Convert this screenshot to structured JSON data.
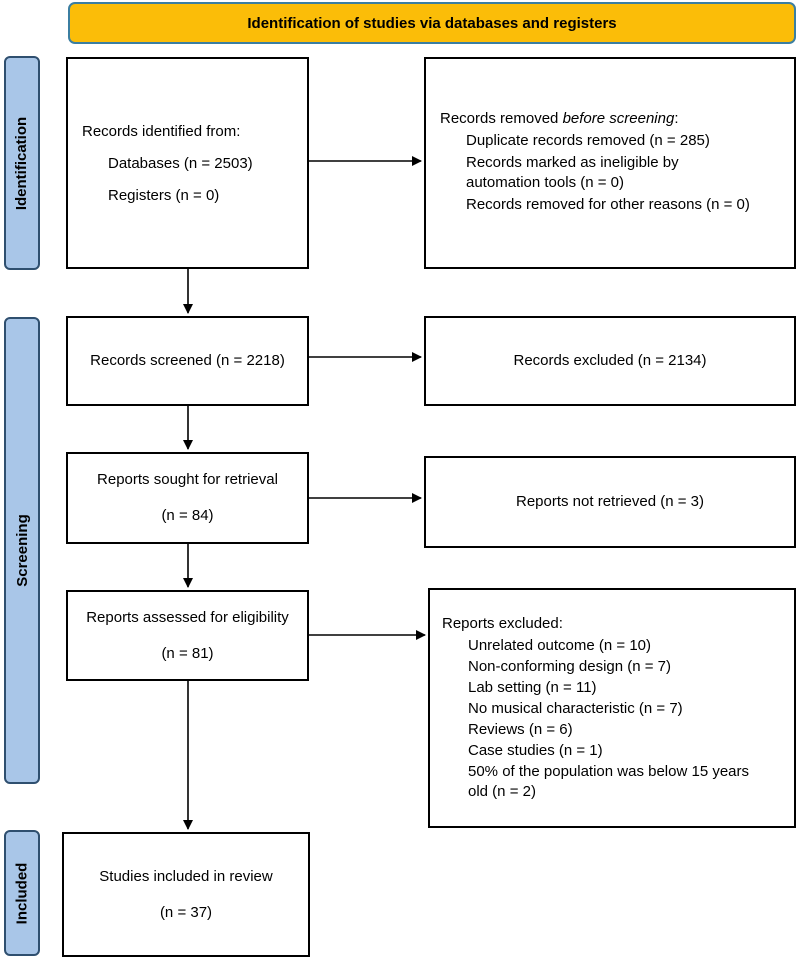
{
  "header": {
    "title": "Identification of studies via databases and registers"
  },
  "phases": {
    "identification": "Identification",
    "screening": "Screening",
    "included": "Included"
  },
  "identified": {
    "heading": "Records identified from:",
    "databases": "Databases (n = 2503)",
    "registers": "Registers (n = 0)"
  },
  "removed": {
    "heading_prefix": "Records removed ",
    "heading_italic": "before screening",
    "heading_suffix": ":",
    "items": [
      "Duplicate records removed  (n = 285)",
      "Records marked as ineligible by",
      "automation tools (n = 0)",
      "Records removed for other reasons (n = 0)"
    ]
  },
  "screened": {
    "label": "Records screened (n = 2218)"
  },
  "excluded": {
    "label": "Records excluded (n = 2134)"
  },
  "sought": {
    "label": "Reports sought for retrieval",
    "count": "(n = 84)"
  },
  "not_retrieved": {
    "label": "Reports not retrieved (n = 3)"
  },
  "assessed": {
    "label": "Reports assessed for eligibility",
    "count": "(n = 81)"
  },
  "reports_excluded": {
    "heading": "Reports excluded:",
    "items": [
      "Unrelated outcome (n = 10)",
      "Non-conforming design (n = 7)",
      "Lab setting (n = 11)",
      "No musical characteristic (n = 7)",
      "Reviews (n = 6)",
      "Case studies (n = 1)",
      "50% of the population was below 15 years",
      "old (n = 2)"
    ]
  },
  "included_studies": {
    "label": "Studies included in review",
    "count": "(n = 37)"
  }
}
